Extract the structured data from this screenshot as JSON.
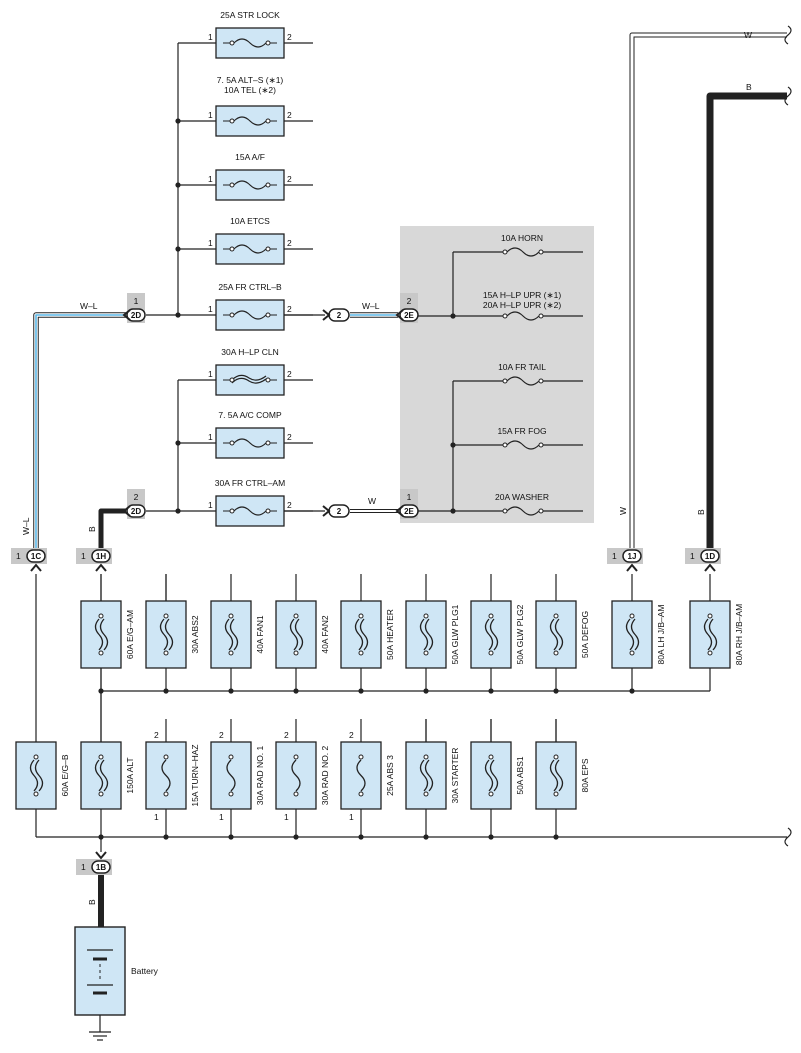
{
  "colors": {
    "wire": "#222222",
    "fuse_fill": "#cfe6f5",
    "relay_block": "#d8d8d8",
    "wire_blue": "#5bb8e8",
    "connector_tag": "#c8c8c8"
  },
  "top_fuses": [
    {
      "label": "25A STR LOCK",
      "pin_in": "1",
      "pin_out": "2",
      "type": "fuse"
    },
    {
      "label": "7. 5A ALT–S (∗1)",
      "label2": "10A TEL (∗2)",
      "pin_in": "1",
      "pin_out": "2",
      "type": "fuse"
    },
    {
      "label": "15A A/F",
      "pin_in": "1",
      "pin_out": "2",
      "type": "fuse"
    },
    {
      "label": "10A ETCS",
      "pin_in": "1",
      "pin_out": "2",
      "type": "fuse"
    },
    {
      "label": "25A FR CTRL–B",
      "pin_in": "1",
      "pin_out": "2",
      "type": "fuse"
    },
    {
      "label": "30A H–LP CLN",
      "pin_in": "1",
      "pin_out": "2",
      "type": "fusible"
    },
    {
      "label": "7. 5A A/C COMP",
      "pin_in": "1",
      "pin_out": "2",
      "type": "fuse"
    },
    {
      "label": "30A FR CTRL–AM",
      "pin_in": "1",
      "pin_out": "2",
      "type": "fuse"
    }
  ],
  "relay_box_fuses": [
    {
      "label": "10A HORN"
    },
    {
      "label": "15A H–LP UPR (∗1)",
      "label2": "20A H–LP UPR (∗2)"
    },
    {
      "label": "10A FR TAIL"
    },
    {
      "label": "15A FR FOG"
    },
    {
      "label": "20A WASHER"
    }
  ],
  "connectors": {
    "c2D_upper": {
      "id": "2D",
      "pin": "1"
    },
    "c2D_lower": {
      "id": "2D",
      "pin": "2"
    },
    "c2E_upper": {
      "id": "2E",
      "pin": "2"
    },
    "c2E_lower": {
      "id": "2E",
      "pin": "1"
    },
    "mid_upper": {
      "id": "2"
    },
    "mid_lower": {
      "id": "2"
    },
    "c1C": {
      "id": "1C",
      "pin": "1"
    },
    "c1H": {
      "id": "1H",
      "pin": "1"
    },
    "c1J": {
      "id": "1J",
      "pin": "1"
    },
    "c1D": {
      "id": "1D",
      "pin": "1"
    },
    "c1B": {
      "id": "1B",
      "pin": "1"
    }
  },
  "wire_colors": {
    "wl_top": "W–L",
    "wl_mid": "W–L",
    "w_mid": "W",
    "wl_vert": "W–L",
    "b_1h": "B",
    "w_1j": "W",
    "b_1d": "B",
    "w_top_right": "W",
    "b_top_right": "B",
    "b_battery": "B"
  },
  "upper_row_fuses": [
    {
      "label": "60A E/G–AM"
    },
    {
      "label": "30A ABS2"
    },
    {
      "label": "40A FAN1"
    },
    {
      "label": "40A FAN2"
    },
    {
      "label": "50A HEATER"
    },
    {
      "label": "50A GLW PLG1"
    },
    {
      "label": "50A GLW PLG2"
    },
    {
      "label": "50A DEFOG"
    },
    {
      "label": "80A LH J/B–AM"
    },
    {
      "label": "80A RH J/B–AM"
    }
  ],
  "lower_row_fuses": [
    {
      "label": "60A E/G–B",
      "type": "fusible"
    },
    {
      "label": "150A ALT",
      "type": "fusible"
    },
    {
      "label": "15A TURN–HAZ",
      "type": "fuse",
      "pin_top": "2",
      "pin_bottom": "1"
    },
    {
      "label": "30A RAD NO. 1",
      "type": "fuse",
      "pin_top": "2",
      "pin_bottom": "1"
    },
    {
      "label": "30A RAD NO. 2",
      "type": "fuse",
      "pin_top": "2",
      "pin_bottom": "1"
    },
    {
      "label": "25A ABS 3",
      "type": "fuse",
      "pin_top": "2",
      "pin_bottom": "1"
    },
    {
      "label": "30A STARTER",
      "type": "fusible"
    },
    {
      "label": "50A ABS1",
      "type": "fusible"
    },
    {
      "label": "80A EPS",
      "type": "fusible"
    }
  ],
  "battery": {
    "label": "Battery"
  }
}
